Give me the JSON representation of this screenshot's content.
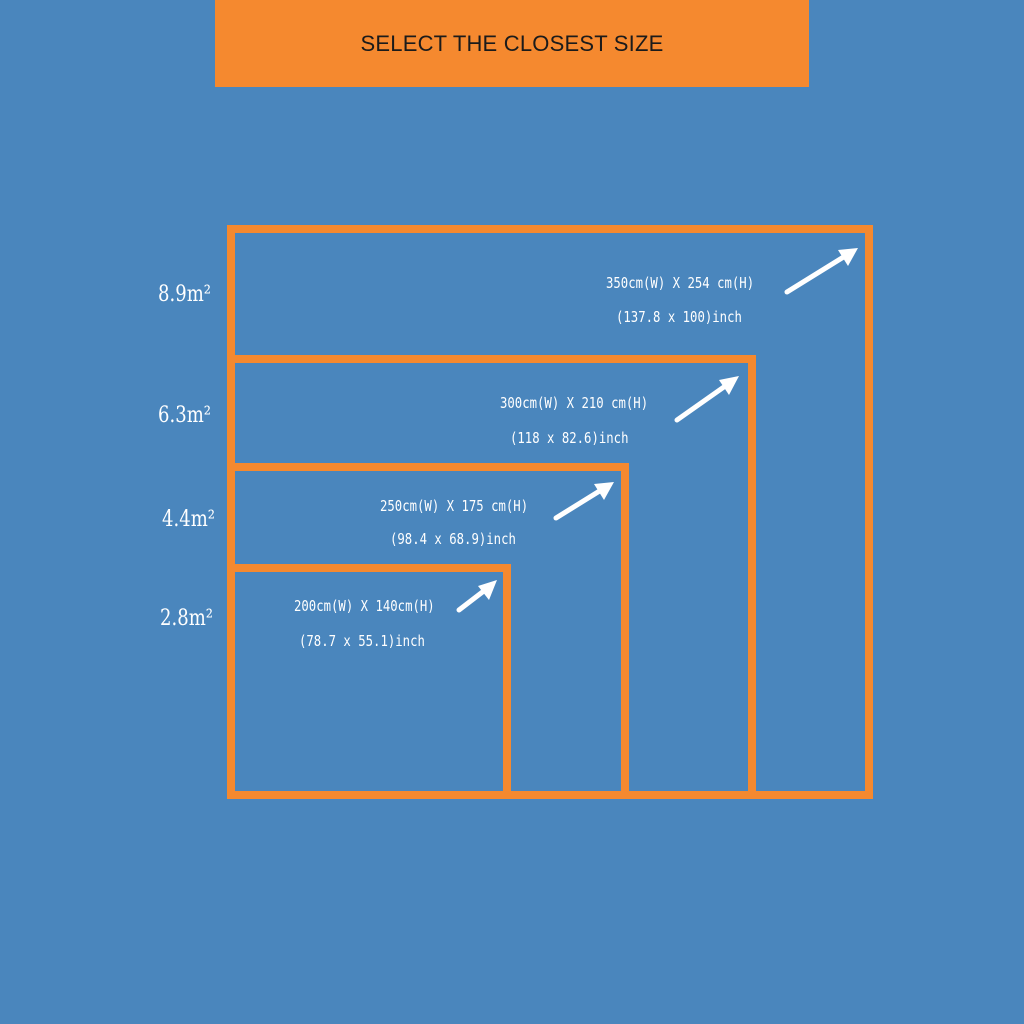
{
  "banner": {
    "title": "SELECT THE CLOSEST SIZE"
  },
  "colors": {
    "background": "#4a86bd",
    "accent": "#f5892f",
    "text": "#ffffff"
  },
  "sizes": [
    {
      "area": "8.9m²",
      "dimensions_cm": "350cm(W) X 254 cm(H)",
      "dimensions_inch": "(137.8 x 100)inch"
    },
    {
      "area": "6.3m²",
      "dimensions_cm": "300cm(W) X 210 cm(H)",
      "dimensions_inch": "(118 x 82.6)inch"
    },
    {
      "area": "4.4m²",
      "dimensions_cm": "250cm(W) X 175 cm(H)",
      "dimensions_inch": "(98.4 x 68.9)inch"
    },
    {
      "area": "2.8m²",
      "dimensions_cm": "200cm(W) X 140cm(H)",
      "dimensions_inch": "(78.7 x 55.1)inch"
    }
  ]
}
